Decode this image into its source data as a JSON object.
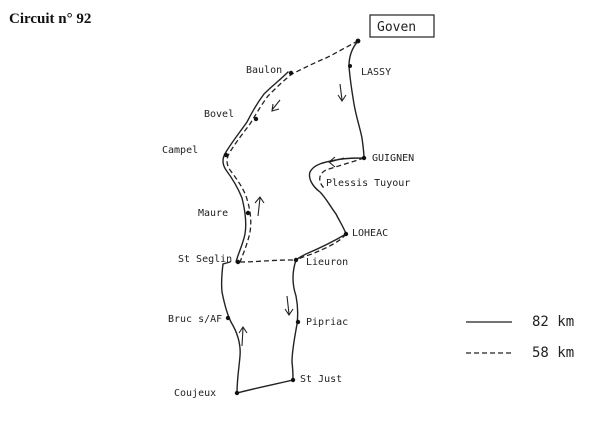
{
  "title": "Circuit n° 92",
  "start_label": "Goven",
  "towns": {
    "baulon": "Baulon",
    "lassy": "LASSY",
    "bovel": "Bovel",
    "campel": "Campel",
    "guignen": "GUIGNEN",
    "plessis": "Plessis Tuyour",
    "maure": "Maure",
    "lohéac": "LOHEAC",
    "st_seglin": "St Seglin",
    "lieuron": "Lieuron",
    "bruc": "Bruc s/AF",
    "pipriac": "Pipriac",
    "coujeux": "Coujeux",
    "st_just": "St Just"
  },
  "legend": {
    "solid": "82 km",
    "dashed": "58 km"
  }
}
